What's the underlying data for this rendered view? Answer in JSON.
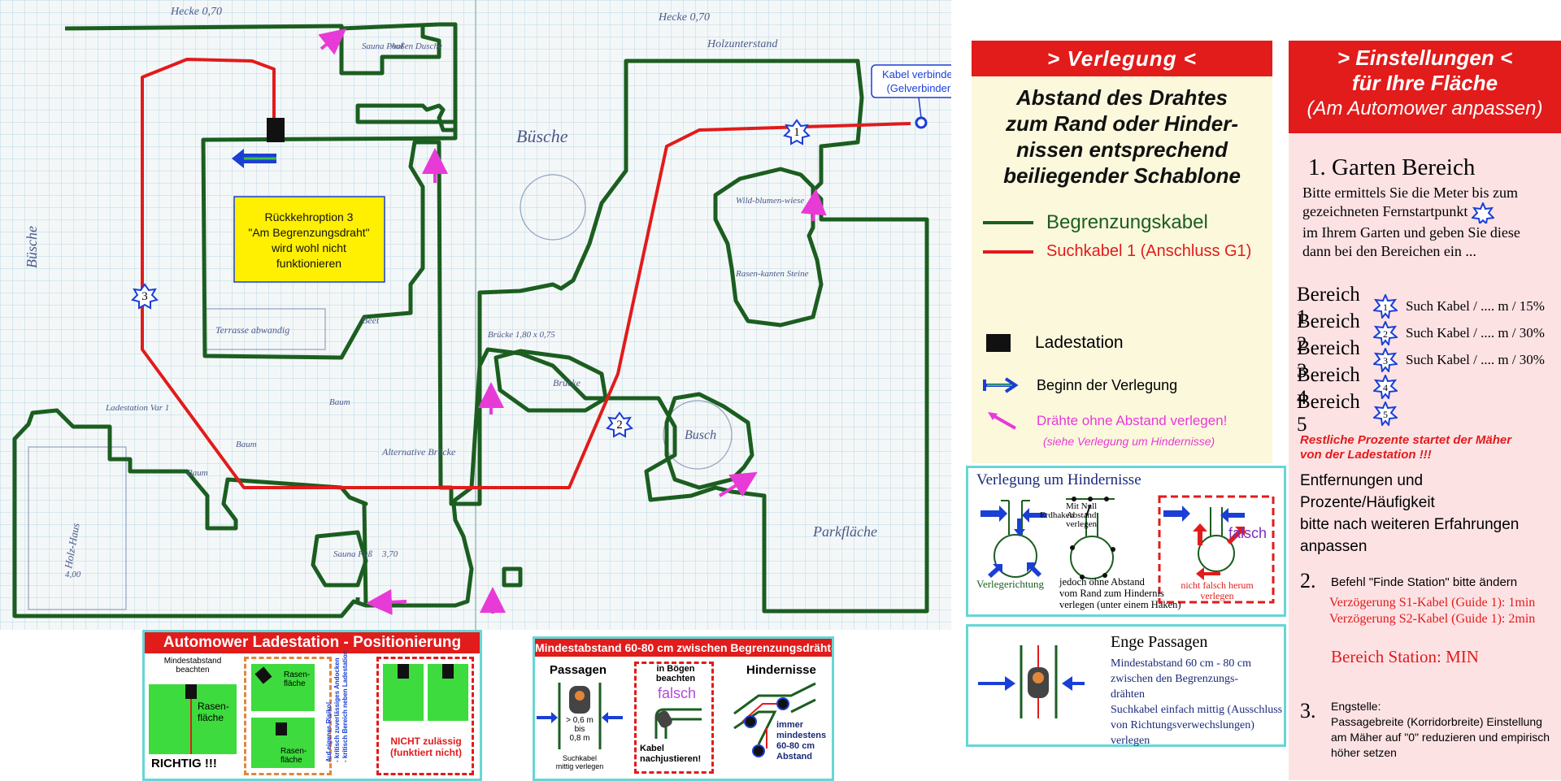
{
  "colors": {
    "green_cable": "#1b5e20",
    "red_cable": "#e21b1b",
    "magenta": "#e83ad6",
    "blue": "#1a3fd6",
    "cyan": "#67d6d6"
  },
  "map": {
    "labels": {
      "hecke_left": "Hecke 0,70",
      "hecke_right": "Hecke 0,70",
      "holzunterstand": "Holzunterstand",
      "sauna": "Sauna Pool",
      "aussen_dusche": "Außen Dusche",
      "buesche": "Büsche",
      "buesche_left": "Büsche",
      "terrasse": "Terrasse abwandig",
      "beet": "Beet",
      "bruecke": "Brücke",
      "bruecke_h": "Brücke 1,80 x 0,75",
      "busch": "Busch",
      "baum": "Baum",
      "wildblumen": "Wild-blumen-wiese",
      "rasen_steine": "Rasen-kanten Steine",
      "alternative_bruecke": "Alternative Brücke",
      "parkflaeche": "Parkfläche",
      "holz_haus": "Holz-Haus",
      "sauna_bottom": "Sauna Fuß",
      "dist_370": "3,70",
      "dist_400": "4,00",
      "ladestation_var": "Ladestation Var 1"
    },
    "kabel_verbinden": [
      "Kabel verbinden",
      "(Gelverbinder)"
    ],
    "yellow_note": [
      "Rückkehroption 3",
      "\"Am Begrenzungsdraht\"",
      "wird wohl nicht",
      "funktionieren"
    ],
    "markers": [
      "1",
      "2",
      "3"
    ]
  },
  "verlegung": {
    "title": "> Verlegung <",
    "text": [
      "Abstand des Drahtes",
      "zum Rand oder Hinder-",
      "nissen entsprechend",
      "beiliegender Schablone"
    ],
    "legend": {
      "begrenzung": "Begrenzungskabel",
      "suchkabel": "Suchkabel 1 (Anschluss G1)",
      "ladestation": "Ladestation",
      "beginn": "Beginn der Verlegung",
      "drähte": "Drähte ohne Abstand verlegen!",
      "siehe": "(siehe Verlegung um Hindernisse)"
    }
  },
  "hindernisse": {
    "title": "Verlegung um Hindernisse",
    "erdhaken": "Erdhaken",
    "mit_null": [
      "Mit Null",
      "Abstand",
      "verlegen"
    ],
    "falsch": "falsch",
    "verlegerichtung": "Verlegerichtung",
    "jedoch": [
      "jedoch ohne Abstand",
      "vom Rand zum Hindernis",
      "verlegen (unter einem Haken)"
    ],
    "nicht_falsch": [
      "nicht falsch herum",
      "verlegen"
    ]
  },
  "passagen": {
    "title": "Enge Passagen",
    "lines": [
      "Mindestabstand 60 cm - 80 cm",
      "zwischen den Begrenzungs-",
      "drähten",
      "Suchkabel einfach mittig (Ausschluss",
      "von Richtungsverwechslungen) verlegen"
    ]
  },
  "einstellungen": {
    "title": [
      "> Einstellungen <",
      "für Ihre Fläche",
      "(Am Automower anpassen)"
    ],
    "garten_title": "1. Garten Bereich",
    "garten_text": [
      "Bitte ermittels Sie die Meter bis zum",
      "gezeichneten Fernstartpunkt",
      "im Ihrem Garten und geben Sie diese",
      "dann bei den Bereichen ein ..."
    ],
    "bereiche": [
      {
        "label": "Bereich 1",
        "num": "1",
        "info": "Such Kabel  / .... m / 15%"
      },
      {
        "label": "Bereich 2",
        "num": "2",
        "info": "Such Kabel / .... m / 30%"
      },
      {
        "label": "Bereich 3",
        "num": "3",
        "info": "Such Kabel  / .... m / 30%"
      },
      {
        "label": "Bereich 4",
        "num": "4",
        "info": ""
      },
      {
        "label": "Bereich 5",
        "num": "5",
        "info": ""
      }
    ],
    "restliche": [
      "Restliche Prozente  startet der Mäher",
      "von der Ladestation !!!"
    ],
    "entfernungen": [
      "Entfernungen und Prozente/Häufigkeit",
      "bitte nach weiteren Erfahrungen anpassen"
    ],
    "befehl_num": "2.",
    "befehl": "Befehl \"Finde Station\" bitte ändern",
    "verz1": "Verzögerung S1-Kabel (Guide 1): 1min",
    "verz2": "Verzögerung S2-Kabel (Guide 1): 2min",
    "bereich_station": "Bereich Station: MIN",
    "engstelle_num": "3.",
    "engstelle": [
      "Engstelle:",
      "Passagebreite (Korridorbreite) Einstellung",
      "am Mäher auf \"0\" reduzieren und empirisch",
      "höher setzen"
    ]
  },
  "poster1": {
    "title": "Automower Ladestation - Positionierung",
    "mindest": [
      "Mindestabstand",
      "beachten"
    ],
    "rasen": [
      "Rasen-",
      "fläche"
    ],
    "richtig": "RICHTIG !!!",
    "risiko": [
      "Auf eigenes Risiko!",
      "- kritisch zuverlässiges Andocken",
      "- kritisch Bereich neben Ladestation"
    ],
    "nicht": [
      "NICHT zulässig",
      "(funktiert nicht)"
    ]
  },
  "poster2": {
    "title": "Mindestabstand 60-80 cm zwischen Begrenzungsdrähten",
    "passagen": "Passagen",
    "abstand": [
      "> 0,6 m",
      "bis",
      "0,8 m"
    ],
    "suchkabel": [
      "Suchkabel",
      "mittig verlegen"
    ],
    "in_boegen": [
      "in Bögen",
      "beachten"
    ],
    "falsch": "falsch",
    "kabel": [
      "Kabel",
      "nachjustieren!"
    ],
    "hindernisse": "Hindernisse",
    "immer": [
      "immer",
      "mindestens",
      "60-80 cm",
      "Abstand"
    ]
  }
}
